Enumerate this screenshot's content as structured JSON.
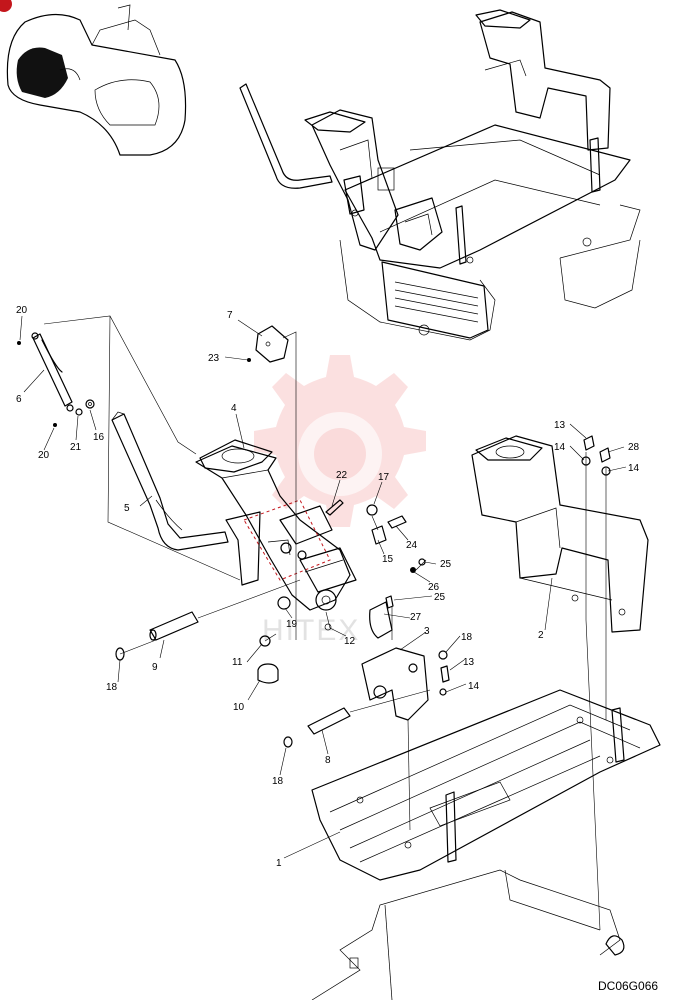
{
  "drawing_code": "DC06G066",
  "watermark_text": "HITEX",
  "colors": {
    "line": "#000000",
    "accent": "#c4161c",
    "watermark": "#f7c6c6"
  },
  "callouts": [
    {
      "id": "c1",
      "label": "1"
    },
    {
      "id": "c2",
      "label": "2"
    },
    {
      "id": "c3",
      "label": "3"
    },
    {
      "id": "c4",
      "label": "4"
    },
    {
      "id": "c5",
      "label": "5"
    },
    {
      "id": "c6",
      "label": "6"
    },
    {
      "id": "c7",
      "label": "7"
    },
    {
      "id": "c8",
      "label": "8"
    },
    {
      "id": "c9",
      "label": "9"
    },
    {
      "id": "c10",
      "label": "10"
    },
    {
      "id": "c11",
      "label": "11"
    },
    {
      "id": "c12",
      "label": "12"
    },
    {
      "id": "c13a",
      "label": "13"
    },
    {
      "id": "c13b",
      "label": "13"
    },
    {
      "id": "c14a",
      "label": "14"
    },
    {
      "id": "c14b",
      "label": "14"
    },
    {
      "id": "c14c",
      "label": "14"
    },
    {
      "id": "c15",
      "label": "15"
    },
    {
      "id": "c16",
      "label": "16"
    },
    {
      "id": "c17",
      "label": "17"
    },
    {
      "id": "c18a",
      "label": "18"
    },
    {
      "id": "c18b",
      "label": "18"
    },
    {
      "id": "c18c",
      "label": "18"
    },
    {
      "id": "c19",
      "label": "19"
    },
    {
      "id": "c20a",
      "label": "20"
    },
    {
      "id": "c20b",
      "label": "20"
    },
    {
      "id": "c21",
      "label": "21"
    },
    {
      "id": "c22",
      "label": "22"
    },
    {
      "id": "c23",
      "label": "23"
    },
    {
      "id": "c24",
      "label": "24"
    },
    {
      "id": "c25a",
      "label": "25"
    },
    {
      "id": "c25b",
      "label": "25"
    },
    {
      "id": "c26",
      "label": "26"
    },
    {
      "id": "c27",
      "label": "27"
    },
    {
      "id": "c28",
      "label": "28"
    }
  ]
}
